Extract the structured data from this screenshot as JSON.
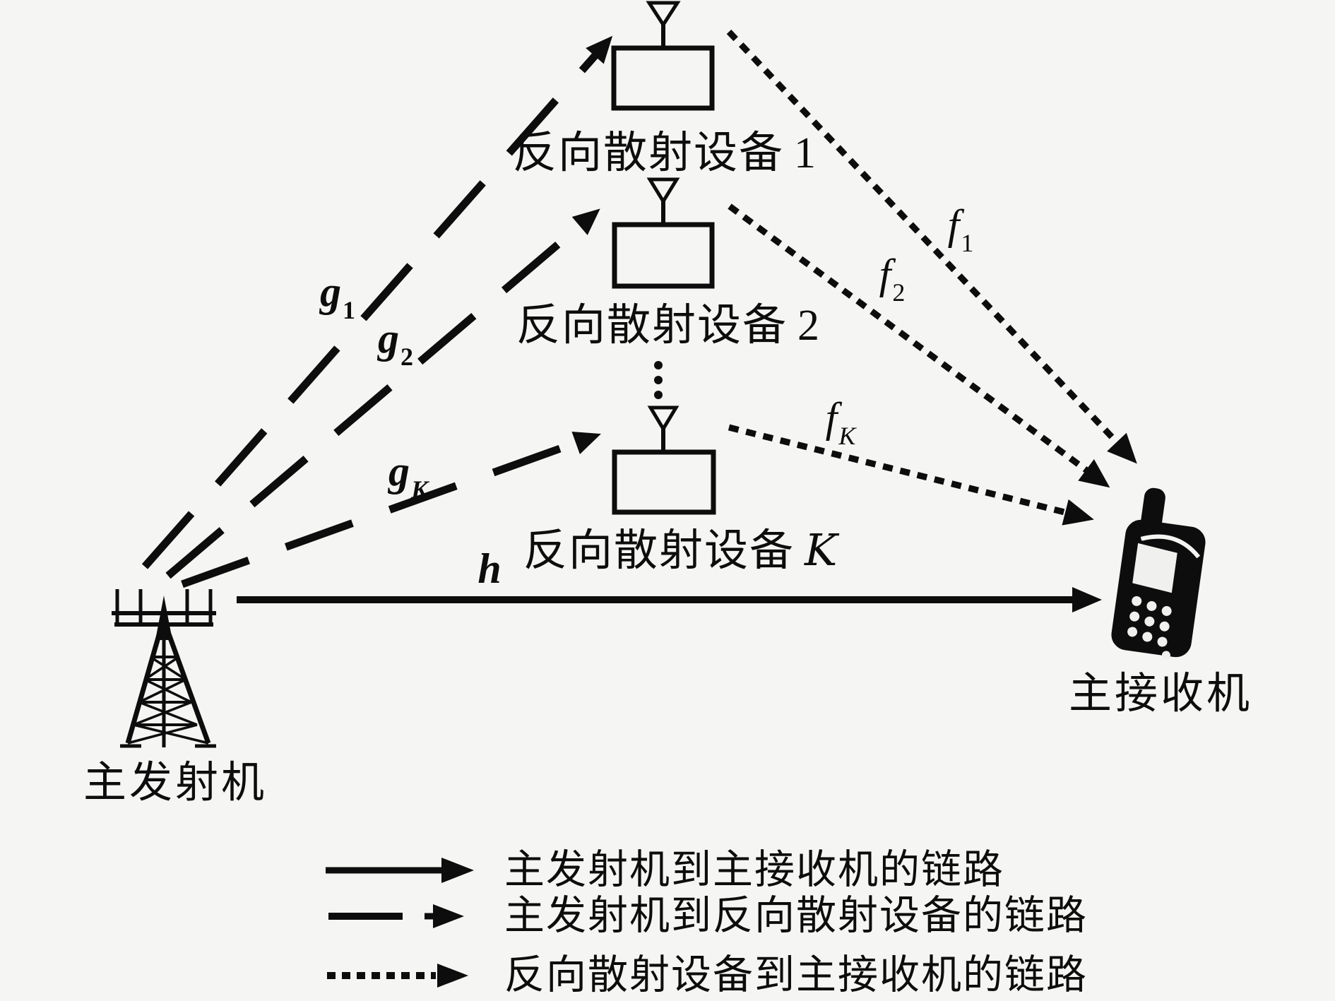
{
  "colors": {
    "background": "#f5f5f3",
    "ink": "#0d0d0d",
    "screen": "#f0f0ee"
  },
  "transmitter": {
    "label": "主发射机"
  },
  "receiver": {
    "label": "主接收机"
  },
  "devices": [
    {
      "name": "反向散射设备",
      "index": "1"
    },
    {
      "name": "反向散射设备",
      "index": "2"
    },
    {
      "name": "反向散射设备",
      "index": "K"
    }
  ],
  "channels": {
    "g1": {
      "base": "g",
      "sub": "1"
    },
    "g2": {
      "base": "g",
      "sub": "2"
    },
    "gK": {
      "base": "g",
      "sub": "K"
    },
    "f1": {
      "base": "f",
      "sub": "1"
    },
    "f2": {
      "base": "f",
      "sub": "2"
    },
    "fK": {
      "base": "f",
      "sub": "K"
    },
    "h": {
      "base": "h",
      "sub": ""
    }
  },
  "legend": {
    "items": [
      {
        "style": "solid",
        "label": "主发射机到主接收机的链路"
      },
      {
        "style": "dashed",
        "label": "主发射机到反向散射设备的链路"
      },
      {
        "style": "dotted",
        "label": "反向散射设备到主接收机的链路"
      }
    ]
  }
}
